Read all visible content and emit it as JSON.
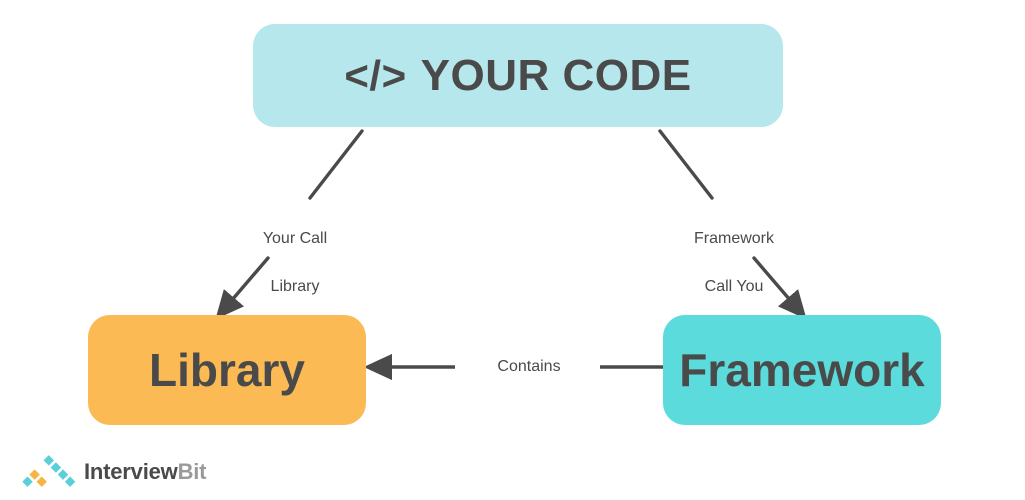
{
  "diagram": {
    "title": "Library vs Framework inversion of control diagram",
    "nodes": {
      "your_code": {
        "icon": "code-tag-icon",
        "icon_text": "</>",
        "label": "YOUR CODE",
        "color": "#b5e7ec"
      },
      "library": {
        "label": "Library",
        "color": "#fcba55"
      },
      "framework": {
        "label": "Framework",
        "color": "#5bdbdc"
      }
    },
    "edges": {
      "your_code_to_library": {
        "label": "Your Call\nLibrary",
        "line1": "Your Call",
        "line2": "Library",
        "color": "#4a4a4a"
      },
      "your_code_to_framework": {
        "label": "Framework\nCall You",
        "line1": "Framework",
        "line2": "Call You",
        "color": "#4a4a4a"
      },
      "framework_to_library": {
        "label": "Contains",
        "color": "#4a4a4a"
      }
    }
  },
  "branding": {
    "logo_mark": "interviewbit-diamond-logo",
    "name_primary": "Interview",
    "name_secondary": "Bit",
    "colors": {
      "cyan": "#59d0d8",
      "orange": "#f7b444",
      "text_primary": "#4a4a4a",
      "text_secondary": "#9a9a9a"
    }
  }
}
